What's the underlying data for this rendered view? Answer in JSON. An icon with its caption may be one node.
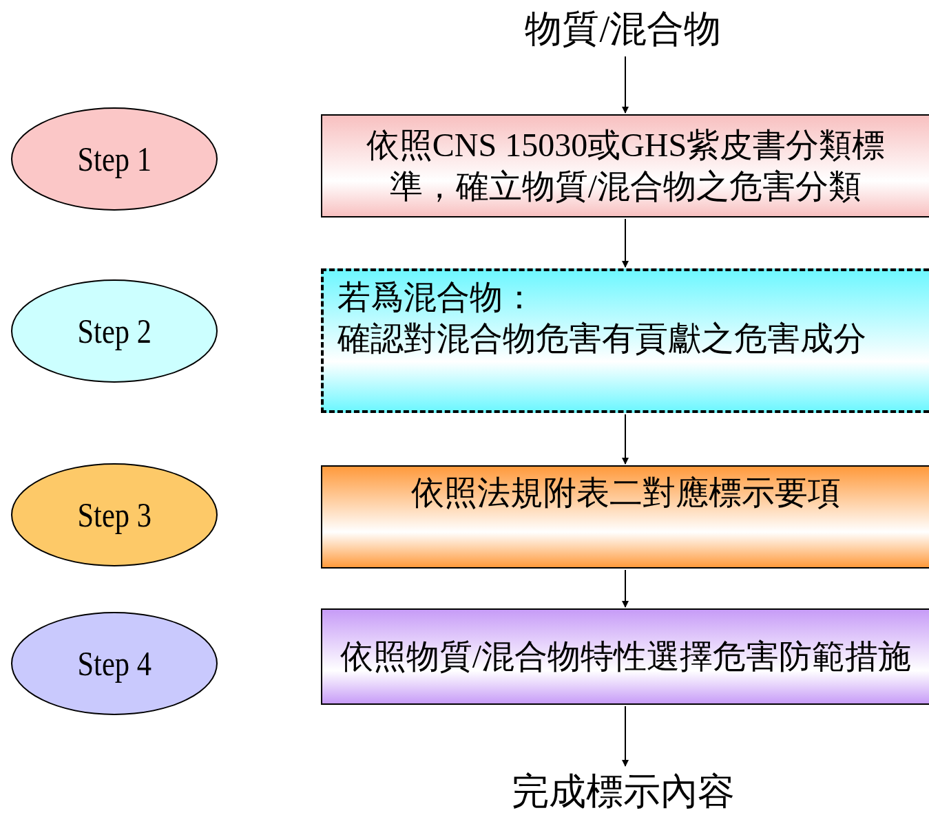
{
  "diagram": {
    "nodes": [
      {
        "text": [
          "物質/混合物"
        ]
      },
      {
        "text": [
          "依照CNS 15030或GHS紫皮書分類標準，確立物質/混合物之危害分類"
        ]
      },
      {
        "text": [
          "若爲混合物：",
          "確認對混合物危害有貢獻之危害成分"
        ]
      },
      {
        "text": [
          "依照法規附表二對應標示要項"
        ]
      },
      {
        "text": [
          "依照物質/混合物特性選擇危害防範措施"
        ]
      },
      {
        "text": [
          "完成標示內容"
        ]
      },
      {
        "text": [
          "Step 1"
        ]
      },
      {
        "text": [
          "Step 2"
        ]
      },
      {
        "text": [
          "Step 3"
        ]
      },
      {
        "text": [
          "Step 4"
        ]
      }
    ],
    "edges": [
      {
        "from": 0,
        "to": 1,
        "arrow": "to"
      },
      {
        "from": 1,
        "to": 2,
        "arrow": "to"
      },
      {
        "from": 2,
        "to": 3,
        "arrow": "to"
      },
      {
        "from": 3,
        "to": 4,
        "arrow": "to"
      },
      {
        "from": 4,
        "to": 5,
        "arrow": "to"
      }
    ]
  }
}
